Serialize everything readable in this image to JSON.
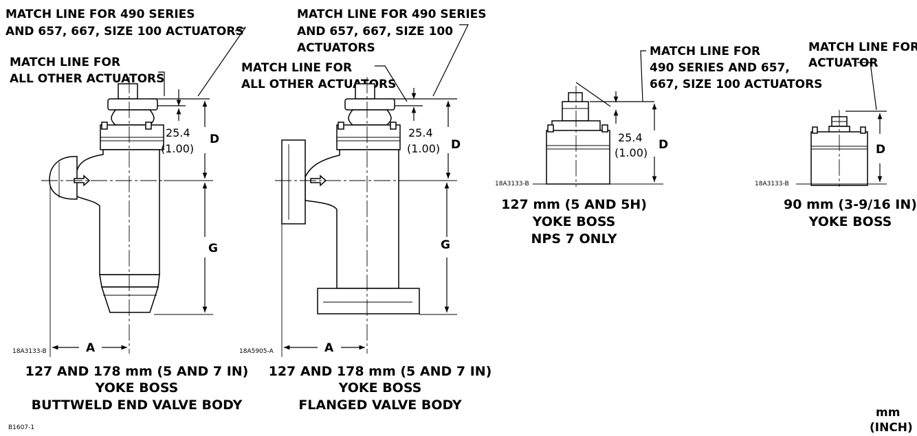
{
  "fig1": {
    "match_490_l1": "MATCH LINE FOR 490 SERIES",
    "match_490_l2": "AND 657, 667, SIZE 100 ACTUATORS",
    "match_other_l1": "MATCH LINE FOR",
    "match_other_l2": "ALL OTHER ACTUATORS",
    "dim_mm": "25.4",
    "dim_in": "(1.00)",
    "dim_d": "D",
    "dim_g": "G",
    "dim_a": "A",
    "ref": "18A3133-B",
    "cap_l1": "127 AND 178 mm (5 AND 7 IN)",
    "cap_l2": "YOKE BOSS",
    "cap_l3": "BUTTWELD END VALVE BODY"
  },
  "fig2": {
    "match_490_l1": "MATCH LINE FOR 490 SERIES",
    "match_490_l2": "AND 657, 667, SIZE 100",
    "match_490_l3": "ACTUATORS",
    "match_other_l1": "MATCH LINE FOR",
    "match_other_l2": "ALL OTHER ACTUATORS",
    "dim_mm": "25.4",
    "dim_in": "(1.00)",
    "dim_d": "D",
    "dim_g": "G",
    "dim_a": "A",
    "ref": "18A5905-A",
    "cap_l1": "127 AND 178 mm (5 AND 7 IN)",
    "cap_l2": "YOKE BOSS",
    "cap_l3": "FLANGED VALVE BODY"
  },
  "fig3": {
    "match_l1": "MATCH LINE FOR",
    "match_l2": "490 SERIES AND 657,",
    "match_l3": "667, SIZE 100 ACTUATORS",
    "dim_mm": "25.4",
    "dim_in": "(1.00)",
    "dim_d": "D",
    "ref": "18A3133-B",
    "cap_l1": "127 mm (5 AND 5H)",
    "cap_l2": "YOKE BOSS",
    "cap_l3": "NPS 7 ONLY"
  },
  "fig4": {
    "match_l1": "MATCH LINE FOR",
    "match_l2": "ACTUATOR",
    "dim_d": "D",
    "ref": "18A3133-B",
    "cap_l1": "90 mm (3-9/16 IN)",
    "cap_l2": "YOKE BOSS"
  },
  "footer": {
    "drawing_id": "B1607-1",
    "units_l1": "mm",
    "units_l2": "(INCH)"
  }
}
